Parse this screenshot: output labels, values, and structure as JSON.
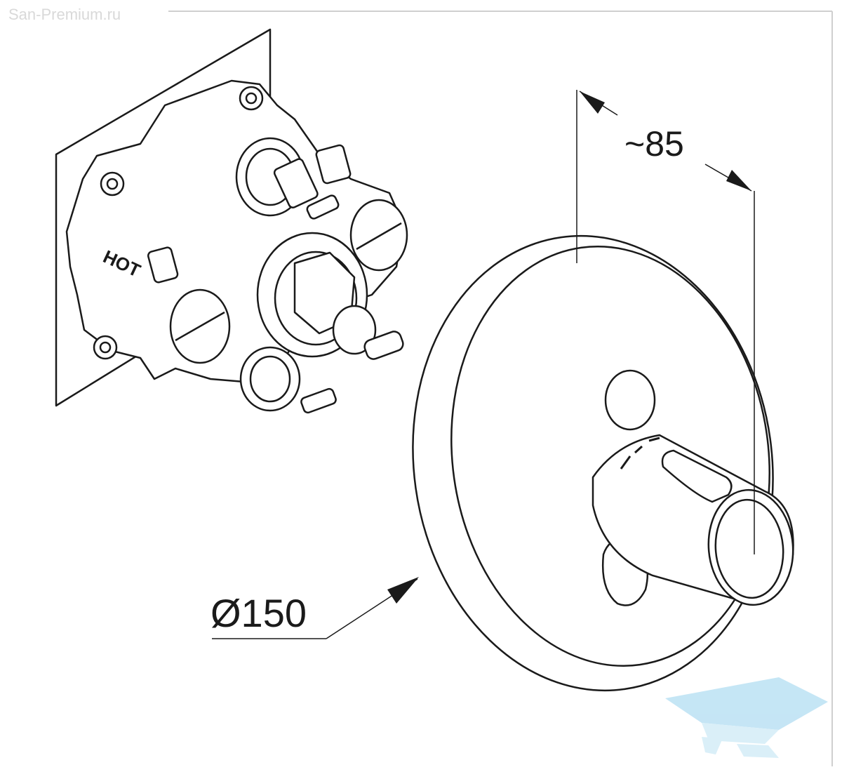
{
  "watermark": {
    "site": "San-Premium.ru",
    "logo_icon": "bathtub-logo-icon"
  },
  "diagram": {
    "body_label": "HOT",
    "dimensions": {
      "depth": "~85",
      "diameter": "Ø150"
    }
  },
  "colors": {
    "line": "#1a1a1a",
    "frame": "#cfcfcf",
    "logo": "#bfe3f4"
  }
}
